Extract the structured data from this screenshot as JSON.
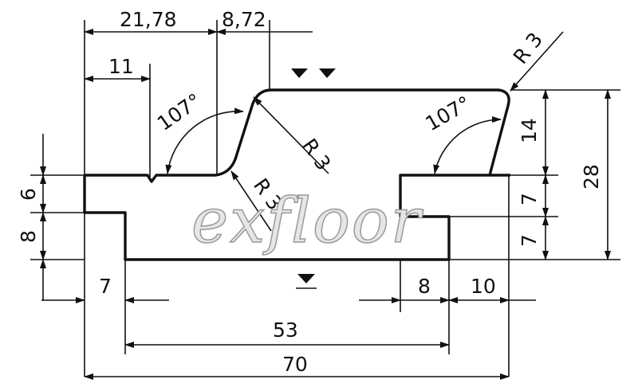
{
  "watermark": "exfloor",
  "dimensions": {
    "d1": "21,78",
    "d2": "8,72",
    "d3": "11",
    "angle_left": "107°",
    "angle_right": "107°",
    "r_top_left": "R 3",
    "r_bottom_left": "R 3",
    "r_top_right": "R 3",
    "h6": "6",
    "h8": "8",
    "h14": "14",
    "h7a": "7",
    "h7b": "7",
    "h28": "28",
    "w7": "7",
    "w8": "8",
    "w10": "10",
    "w53": "53",
    "w70": "70"
  }
}
